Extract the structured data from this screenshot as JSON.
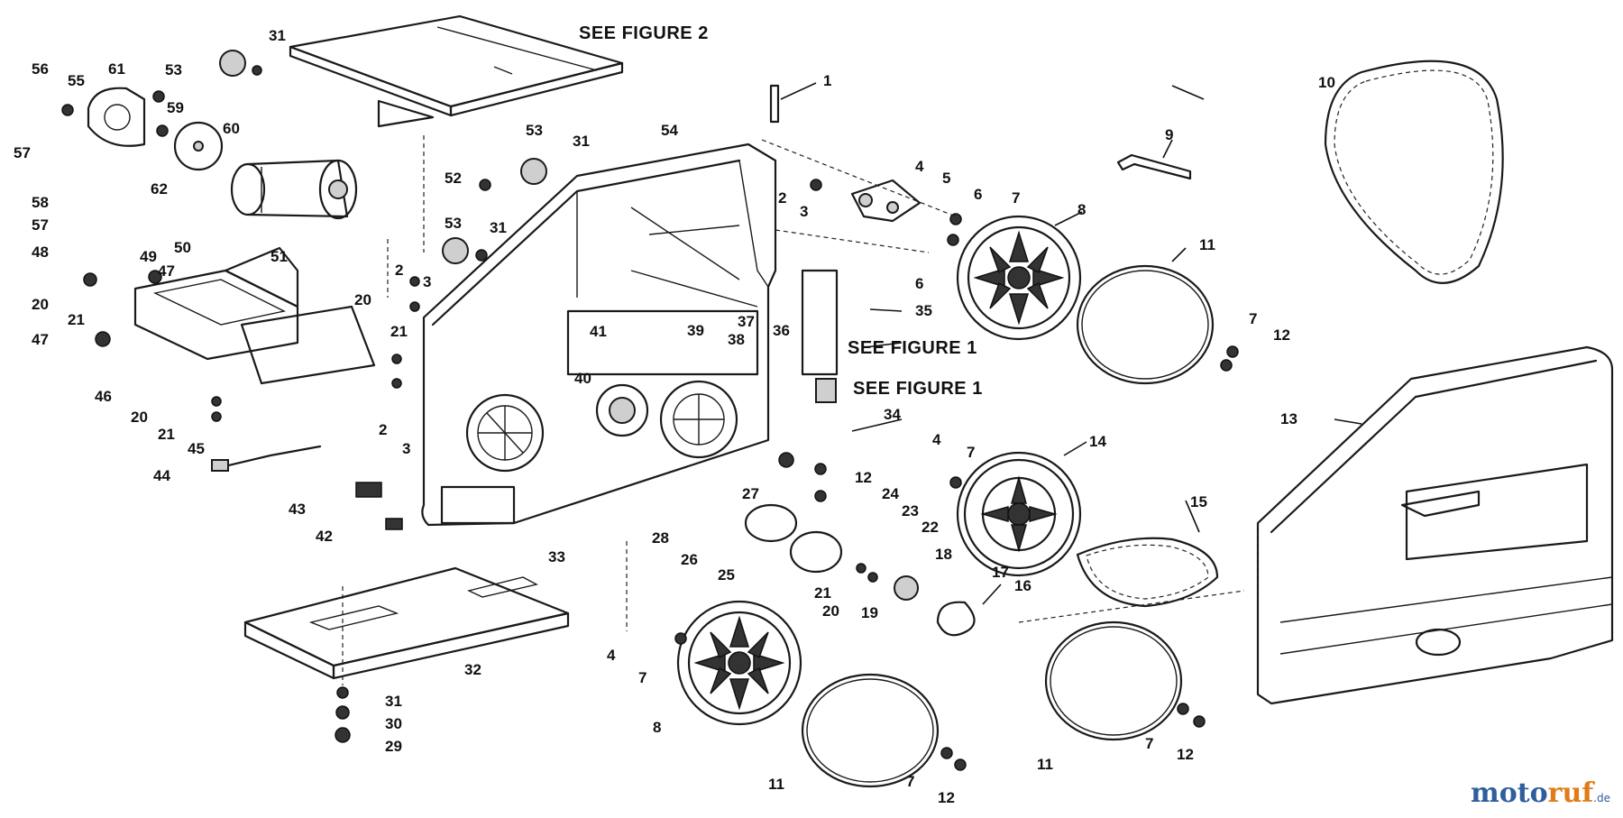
{
  "references": {
    "figure2": "SEE FIGURE 2",
    "figure1_top": "SEE FIGURE 1",
    "figure1_bottom": "SEE FIGURE 1"
  },
  "callouts": {
    "c1": "1",
    "c2a": "2",
    "c2b": "2",
    "c2c": "2",
    "c3a": "3",
    "c3b": "3",
    "c3c": "3",
    "c4a": "4",
    "c4b": "4",
    "c4c": "4",
    "c5": "5",
    "c6a": "6",
    "c6b": "6",
    "c7a": "7",
    "c7b": "7",
    "c7c": "7",
    "c7d": "7",
    "c7e": "7",
    "c7f": "7",
    "c8a": "8",
    "c8b": "8",
    "c9": "9",
    "c10": "10",
    "c11a": "11",
    "c11b": "11",
    "c11c": "11",
    "c12a": "12",
    "c12b": "12",
    "c12c": "12",
    "c12d": "12",
    "c13": "13",
    "c14": "14",
    "c15": "15",
    "c16": "16",
    "c17": "17",
    "c18": "18",
    "c19": "19",
    "c20a": "20",
    "c20b": "20",
    "c20c": "20",
    "c20d": "20",
    "c21a": "21",
    "c21b": "21",
    "c21c": "21",
    "c21d": "21",
    "c22": "22",
    "c23": "23",
    "c24": "24",
    "c25": "25",
    "c26": "26",
    "c27": "27",
    "c28": "28",
    "c29": "29",
    "c30": "30",
    "c31a": "31",
    "c31b": "31",
    "c31c": "31",
    "c31d": "31",
    "c32": "32",
    "c33": "33",
    "c34": "34",
    "c35": "35",
    "c36": "36",
    "c37": "37",
    "c38": "38",
    "c39": "39",
    "c40": "40",
    "c41": "41",
    "c42": "42",
    "c43": "43",
    "c44": "44",
    "c45": "45",
    "c46": "46",
    "c47a": "47",
    "c47b": "47",
    "c48": "48",
    "c49": "49",
    "c50": "50",
    "c51": "51",
    "c52": "52",
    "c53a": "53",
    "c53b": "53",
    "c53c": "53",
    "c54": "54",
    "c55": "55",
    "c56": "56",
    "c57a": "57",
    "c57b": "57",
    "c58": "58",
    "c59": "59",
    "c60": "60",
    "c61": "61",
    "c62": "62"
  },
  "watermark": {
    "part1": "moto",
    "part2": "ruf",
    "tld": ".de"
  },
  "colors": {
    "line": "#1a1a1a",
    "watermark_blue": "#2f5e9e",
    "watermark_orange": "#e07b1a"
  }
}
